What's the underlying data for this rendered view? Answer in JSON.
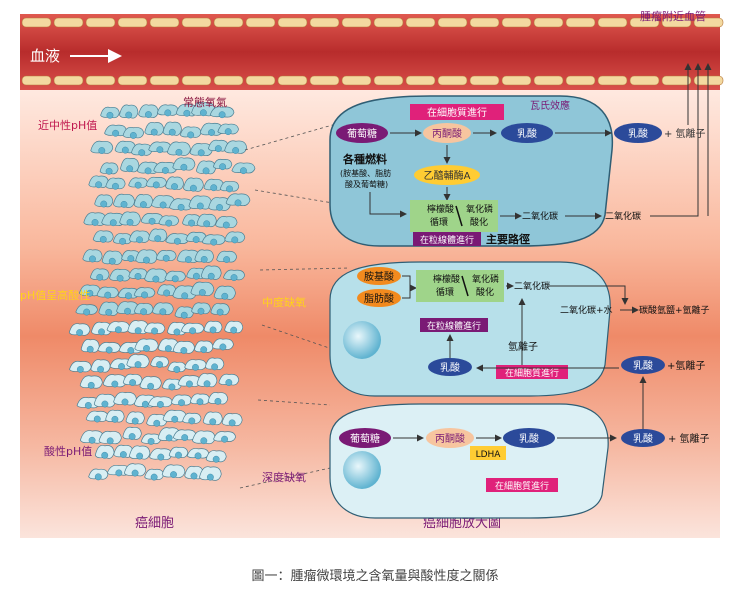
{
  "title": {
    "blood": "血液",
    "vessel": "腫瘤附近血管",
    "caption": "圖一：腫瘤微環境之含氧量與酸性度之關係"
  },
  "left_labels": {
    "near_neutral": "近中性pH值",
    "normoxia": "常態氧氣",
    "high_acid": "pH值呈高酸性",
    "mid_hypoxia": "中度缺氧",
    "acidic": "酸性pH值",
    "deep_hypoxia": "深度缺氧",
    "cancer_cell": "癌細胞",
    "enlarged": "癌細胞放大圖"
  },
  "panel_top": {
    "cytoplasm": "在細胞質進行",
    "warburg": "瓦氏效應",
    "glucose": "葡萄糖",
    "pyruvate": "丙酮酸",
    "lactate": "乳酸",
    "lactate_out": "乳酸",
    "proton": "+ 氫離子",
    "fuels": "各種燃料",
    "fuels_note1": "(胺基酸、脂肪",
    "fuels_note2": "酸及葡萄糖)",
    "acetyl": "乙醯輔酶A",
    "tca1": "檸檬酸",
    "tca2": "循環",
    "ox1": "氧化磷",
    "ox2": "酸化",
    "co2": "二氧化碳",
    "co2_out": "二氧化碳",
    "mito": "在粒線體進行",
    "main_path": "主要路徑"
  },
  "panel_mid": {
    "amino": "胺基酸",
    "fatty": "脂肪酸",
    "tca1": "檸檬酸",
    "tca2": "循環",
    "ox1": "氧化磷",
    "ox2": "酸化",
    "co2": "二氧化碳",
    "mito": "在粒線體進行",
    "proton": "氫離子",
    "lactate": "乳酸",
    "cytoplasm": "在細胞質進行",
    "reaction": "二氧化碳+水",
    "product": "碳酸氫鹽+氫離子",
    "lactate_out": "乳酸",
    "proton_out": "+氫離子"
  },
  "panel_bot": {
    "glucose": "葡萄糖",
    "pyruvate": "丙酮酸",
    "lactate": "乳酸",
    "ldha": "LDHA",
    "cytoplasm": "在細胞質進行",
    "lactate_out": "乳酸",
    "proton": "+ 氫離子"
  },
  "colors": {
    "vessel": "#c53a3a",
    "cell_fill": "#a9d7e0",
    "panel_fill": "#8fc6d8",
    "magenta": "#e0217a",
    "purple": "#7a1a75",
    "navy": "#2b4a9a",
    "orange": "#f28a1e",
    "peach": "#f7c59f",
    "green": "#9fd48a",
    "yellow": "#ffcc33"
  }
}
